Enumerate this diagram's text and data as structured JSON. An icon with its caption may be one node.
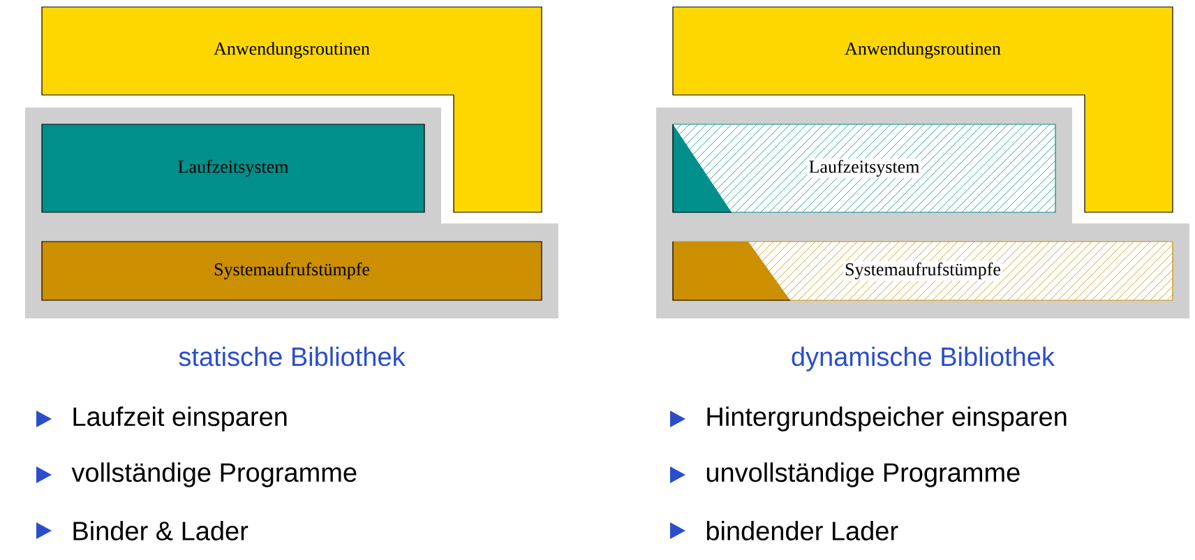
{
  "diagram": {
    "nodes": [
      {
        "text": [
          "Anwendungsroutinen"
        ]
      },
      {
        "text": [
          "statische Bibliothek"
        ]
      },
      {
        "text": [
          "Laufzeitsystem"
        ],
        "in": 1
      },
      {
        "text": [
          "Systemaufrufstümpfe"
        ],
        "in": 1
      },
      {
        "text": [
          "Anwendungsroutinen"
        ]
      },
      {
        "text": [
          "dynamische Bibliothek"
        ]
      },
      {
        "text": [
          "Laufzeitsystem"
        ],
        "in": 5
      },
      {
        "text": [
          "Systemaufrufstümpfe"
        ],
        "in": 5
      }
    ],
    "labels": [
      "Laufzeit einsparen",
      "vollständige Programme",
      "Binder & Lader",
      "Hintergrundspeicher einsparen",
      "unvollständige Programme",
      "bindender Lader"
    ]
  }
}
